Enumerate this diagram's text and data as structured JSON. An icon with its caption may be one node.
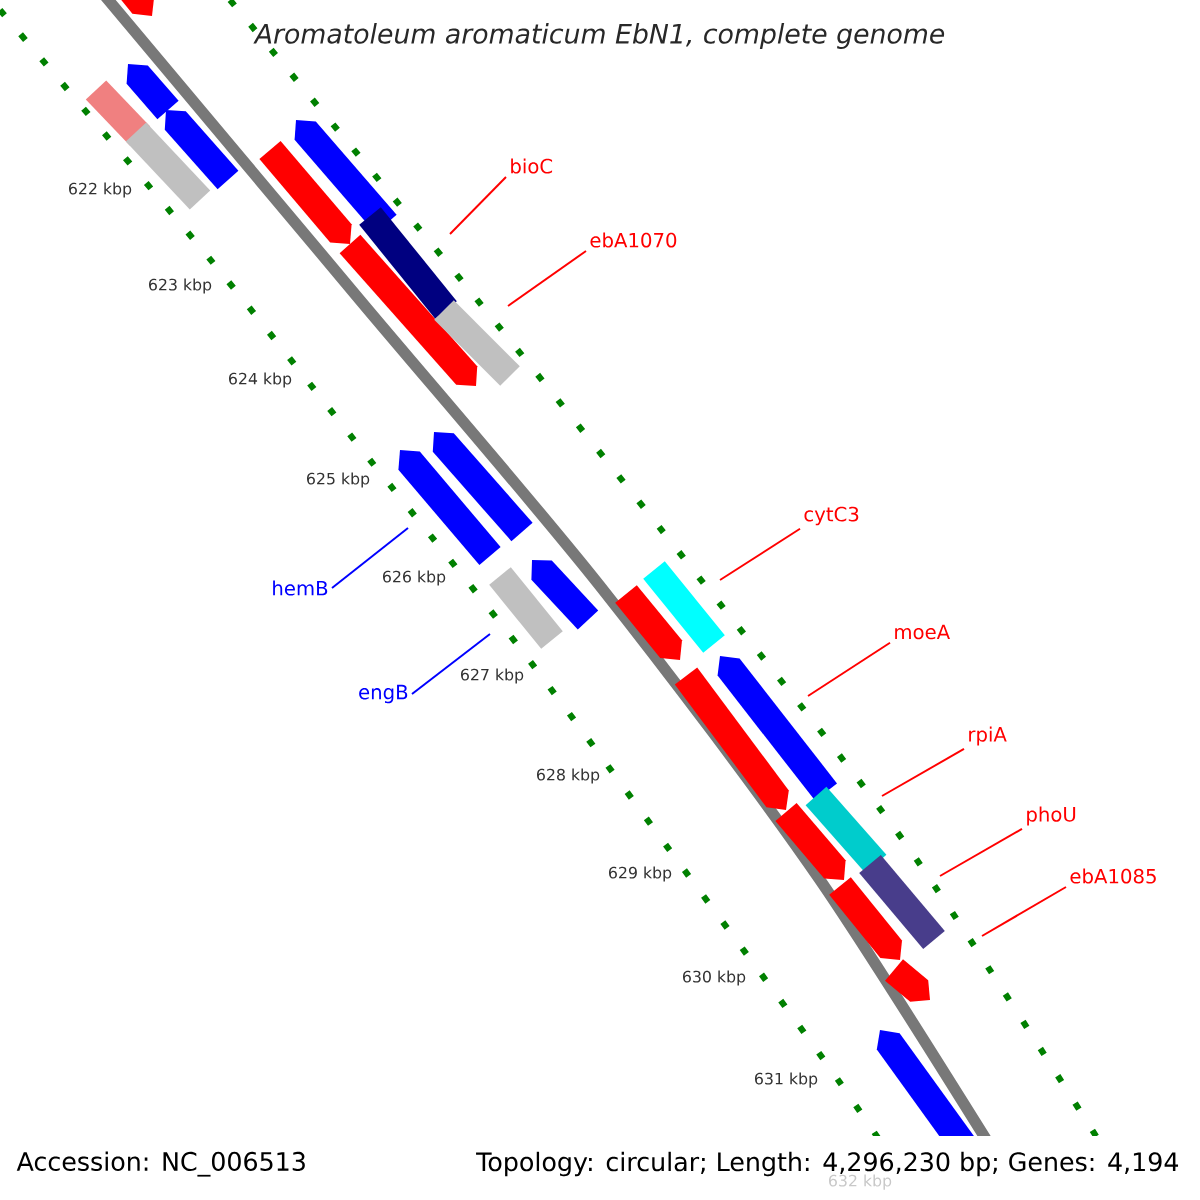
{
  "diagram": {
    "title": "Aromatoleum aromaticum EbN1, complete genome",
    "nodes": [
      {
        "text": [
          "bioC"
        ]
      },
      {
        "text": [
          "ebA1070"
        ]
      },
      {
        "text": [
          "cytC3"
        ]
      },
      {
        "text": [
          "hemB"
        ]
      },
      {
        "text": [
          "moeA"
        ]
      },
      {
        "text": [
          "engB"
        ]
      },
      {
        "text": [
          "rpiA"
        ]
      },
      {
        "text": [
          "phoU"
        ]
      },
      {
        "text": [
          "ebA1085"
        ]
      }
    ],
    "edges": [
      {
        "from": 0,
        "to": null,
        "arrow": "none"
      },
      {
        "from": 1,
        "to": null,
        "arrow": "none"
      },
      {
        "from": 2,
        "to": null,
        "arrow": "none"
      },
      {
        "from": 3,
        "to": null,
        "arrow": "none",
        "color": "#0000ff"
      },
      {
        "from": 4,
        "to": null,
        "arrow": "none"
      },
      {
        "from": 5,
        "to": null,
        "arrow": "none",
        "color": "#0000ff"
      },
      {
        "from": 6,
        "to": null,
        "arrow": "none"
      },
      {
        "from": 7,
        "to": null,
        "arrow": "none"
      },
      {
        "from": 8,
        "to": null,
        "arrow": "none"
      }
    ],
    "labels": [
      "622 kbp",
      "623 kbp",
      "624 kbp",
      "625 kbp",
      "626 kbp",
      "627 kbp",
      "628 kbp",
      "629 kbp",
      "630 kbp",
      "631 kbp",
      "632 kbp",
      "Accession: NC_006513",
      "Topology: circular; Length: 4,296,230 bp; Genes: 4,194"
    ]
  }
}
